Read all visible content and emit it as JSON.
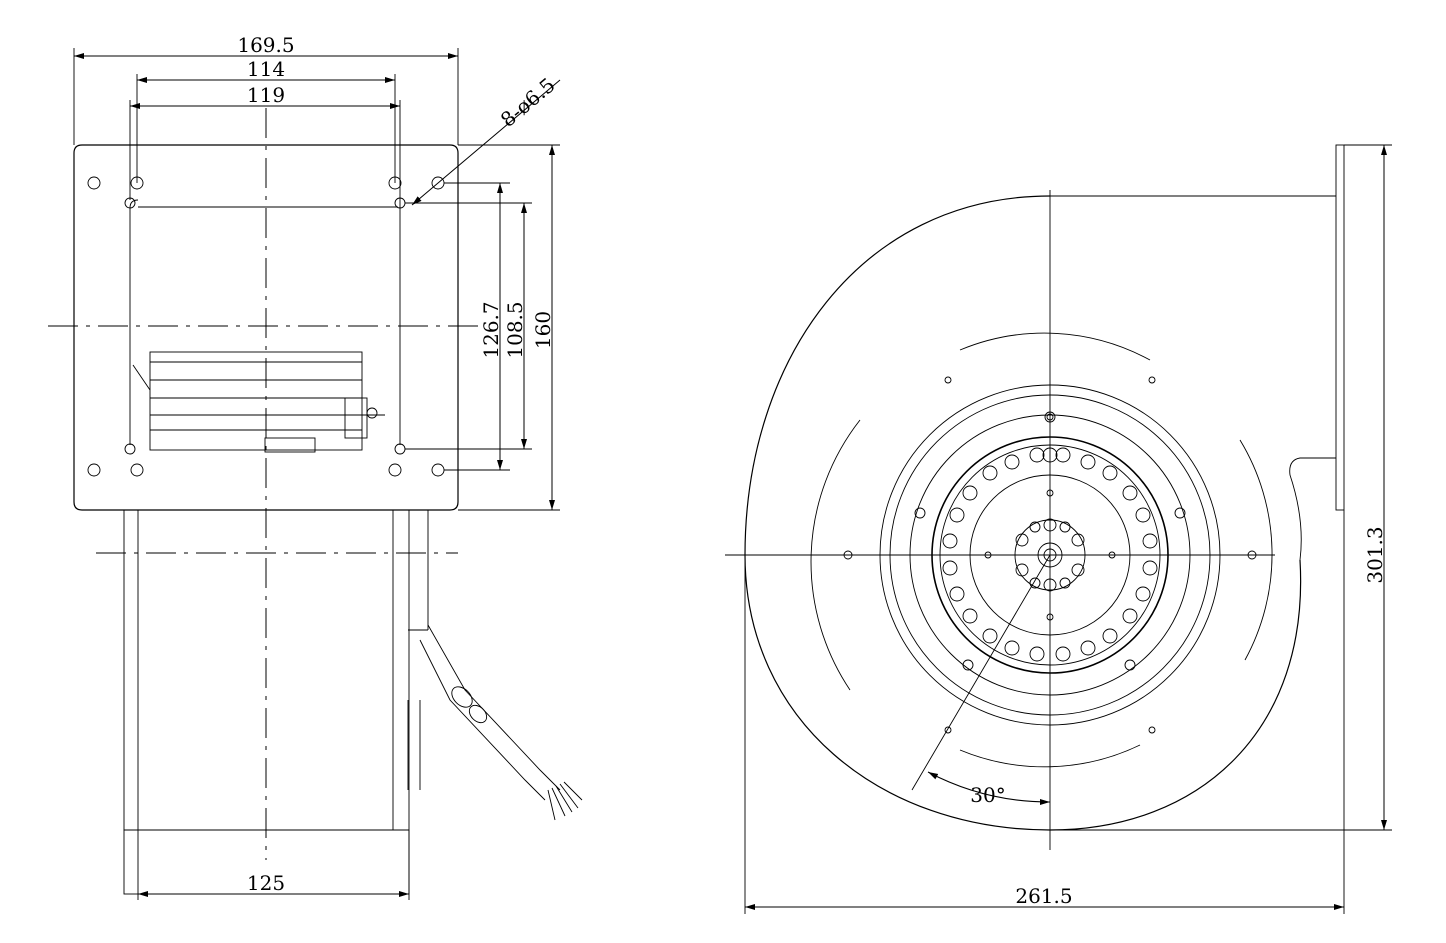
{
  "drawing": {
    "side_view": {
      "dim_width_overall": "169.5",
      "dim_holes_inner": "114",
      "dim_holes_outer": "119",
      "dim_hole_spec": "8-ø6.5",
      "dim_height_126": "126.7",
      "dim_height_108": "108.5",
      "dim_height_160": "160",
      "dim_housing_width": "125"
    },
    "front_view": {
      "dim_height": "301.3",
      "dim_width": "261.5",
      "dim_angle": "30°"
    }
  }
}
